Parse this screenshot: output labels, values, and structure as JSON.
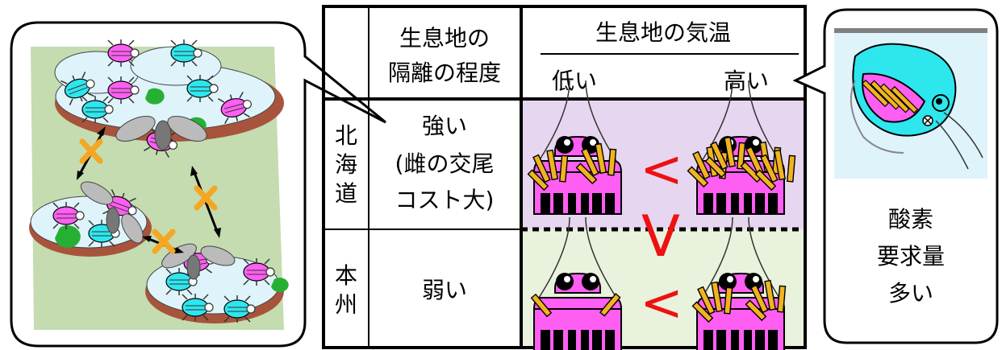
{
  "table": {
    "header_isolation_line1": "生息地の",
    "header_isolation_line2": "隔離の程度",
    "header_temperature": "生息地の気温",
    "temp_low": "低い",
    "temp_high": "高い",
    "row1_region": [
      "北",
      "海",
      "道"
    ],
    "row1_isolation": [
      "強い",
      "(雌の交尾",
      "コスト大)"
    ],
    "row2_region": [
      "本",
      "州"
    ],
    "row2_isolation": "弱い",
    "comparison_symbol": "<",
    "vertical_comparison_symbol": "V"
  },
  "callout_right": {
    "lines": [
      "酸素",
      "要求量",
      "多い"
    ]
  },
  "colors": {
    "hokkaido_row_bg": "#e6d6ef",
    "honshu_row_bg": "#e8f2dc",
    "beetle_pink": "#ff5ef2",
    "beetle_cyan": "#2ee6ee",
    "hair_orange": "#f0b420",
    "pond_water": "#dff3fb",
    "pond_rim": "#a8543c",
    "land_green": "#c4dcb0",
    "cross_orange": "#f5a623",
    "comparison_red": "#ee1111"
  }
}
